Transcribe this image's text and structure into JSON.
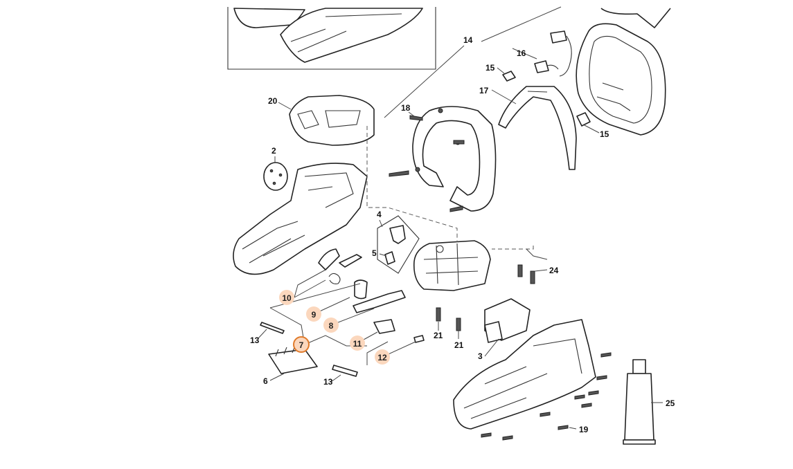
{
  "diagram": {
    "selected_callout": "7",
    "highlight_color": "#fbd7bd",
    "selected_ring_color": "#e07a2a",
    "labels": {
      "l14": "14",
      "l16": "16",
      "l15a": "15",
      "l17": "17",
      "l18": "18",
      "l15b": "15",
      "l20": "20",
      "l2": "2",
      "l4": "4",
      "l5": "5",
      "l24": "24",
      "l21a": "21",
      "l21b": "21",
      "l13a": "13",
      "l6": "6",
      "l13b": "13",
      "l3": "3",
      "l25": "25",
      "l19": "19"
    },
    "highlighted": {
      "h10": "10",
      "h9": "9",
      "h8": "8",
      "h7": "7",
      "h11": "11",
      "h12": "12"
    }
  }
}
